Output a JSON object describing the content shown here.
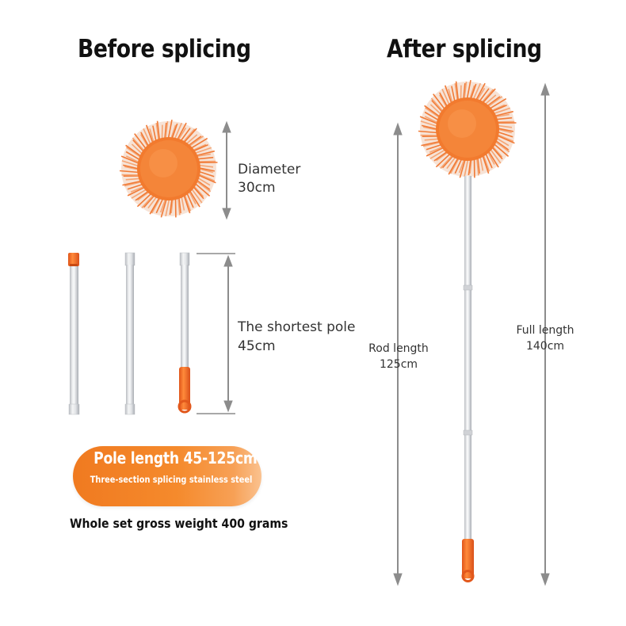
{
  "before": {
    "title": "Before splicing",
    "diameter_label": "Diameter",
    "diameter_value": "30cm",
    "shortest_pole_label": "The shortest pole",
    "shortest_pole_value": "45cm",
    "pole_length_title": "Pole length 45-125cm",
    "pole_length_subtitle": "Three-section splicing stainless steel",
    "weight_text": "Whole set gross weight 400 grams"
  },
  "after": {
    "title": "After splicing",
    "rod_length_label": "Rod length",
    "rod_length_value": "125cm",
    "full_length_label": "Full length",
    "full_length_value": "140cm"
  },
  "colors": {
    "accent": "#f26d1f",
    "pole": "#d8dade",
    "arrow": "#8c8c8c"
  }
}
